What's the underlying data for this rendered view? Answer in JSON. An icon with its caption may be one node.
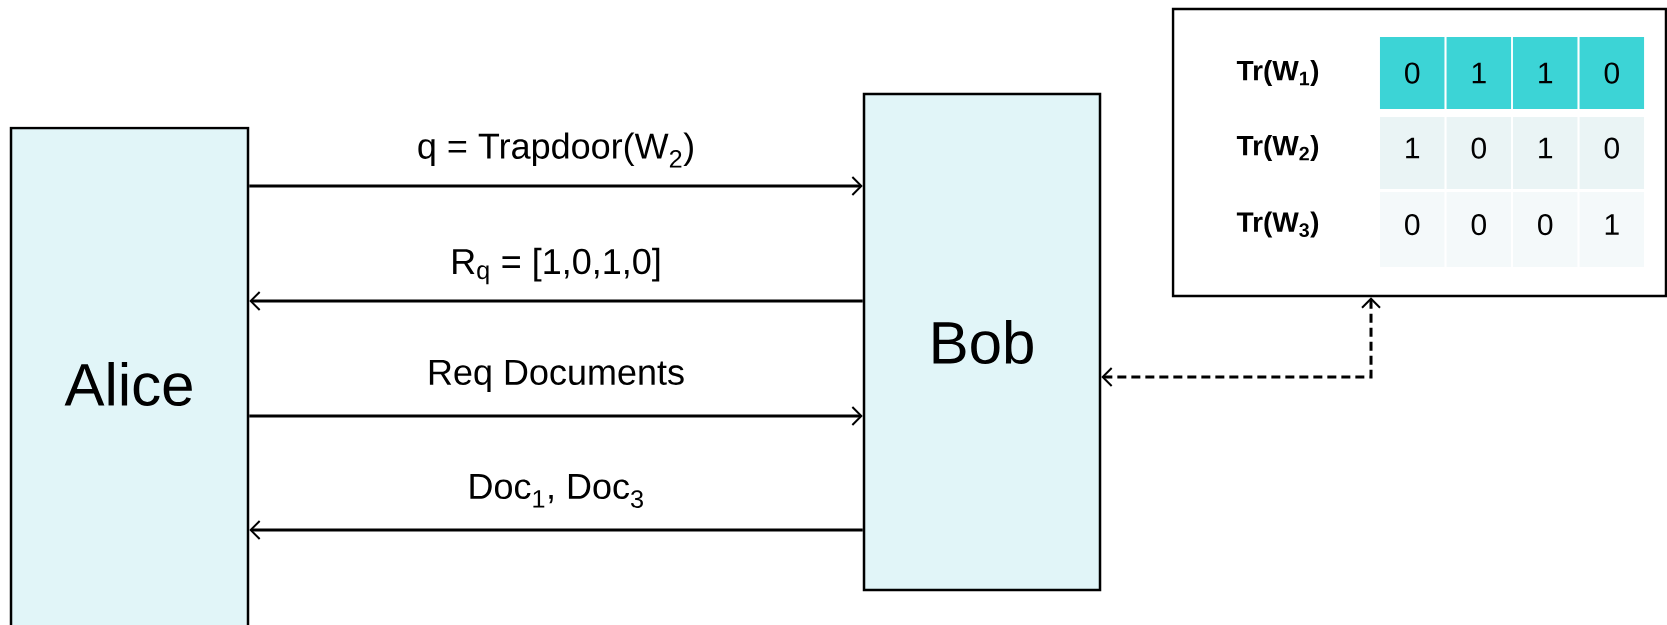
{
  "diagram": {
    "nodes": [
      {
        "text": [
          "Alice"
        ]
      },
      {
        "text": [
          "Bob"
        ]
      },
      {
        "text": [],
        "shape": "box"
      }
    ],
    "edges": [
      {
        "from": 0,
        "to": 1,
        "arrow": "to",
        "label": "q = Trapdoor(W$_{2}$)"
      },
      {
        "from": 1,
        "to": 0,
        "arrow": "to",
        "label": "R$_{q}$ = [1,0,1,0]"
      },
      {
        "from": 0,
        "to": 1,
        "arrow": "to",
        "label": "Req Documents"
      },
      {
        "from": 1,
        "to": 0,
        "arrow": "to",
        "label": "Doc$_{1}$, Doc$_{3}$"
      },
      {
        "from": 2,
        "to": 1,
        "arrow": "both",
        "style": "dashed"
      }
    ],
    "labels": [
      "Tr(W$_{1}$)",
      "0",
      "1",
      "1",
      "0",
      "Tr(W$_{2}$)",
      "1",
      "0",
      "1",
      "0",
      "Tr(W$_{3}$)",
      "0",
      "0",
      "0",
      "1"
    ]
  }
}
